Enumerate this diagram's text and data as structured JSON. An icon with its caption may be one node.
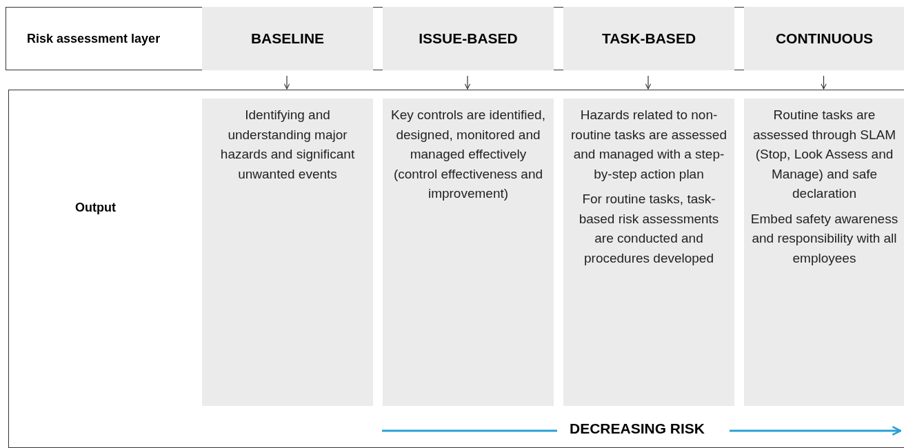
{
  "diagram": {
    "nodes": [
      {
        "text": [
          "Risk assessment layer"
        ]
      },
      {
        "text": [
          "BASELINE"
        ],
        "in": 0
      },
      {
        "text": [
          "ISSUE-BASED"
        ],
        "in": 0
      },
      {
        "text": [
          "TASK-BASED"
        ],
        "in": 0
      },
      {
        "text": [
          "CONTINUOUS"
        ],
        "in": 0
      },
      {
        "text": [
          "Output"
        ]
      },
      {
        "text": [
          "Identifying and understanding major hazards and significant unwanted events"
        ],
        "in": 5
      },
      {
        "text": [
          "Key controls are identified, designed, monitored and managed effectively (control effectiveness and improvement)"
        ],
        "in": 5
      },
      {
        "text": [
          "Hazards related to non-routine tasks are assessed and managed with a step-by-step action plan",
          "For routine tasks, task-based risk assessments are conducted and procedures developed"
        ],
        "in": 5
      },
      {
        "text": [
          "Routine tasks are assessed through SLAM (Stop, Look Assess and Manage) and safe declaration",
          "Embed safety awareness and responsibility with all employees"
        ],
        "in": 5
      }
    ],
    "edges": [
      {
        "from": 1,
        "to": 6,
        "arrow": "to"
      },
      {
        "from": 2,
        "to": 7,
        "arrow": "to"
      },
      {
        "from": 3,
        "to": 8,
        "arrow": "to"
      },
      {
        "from": 4,
        "to": 9,
        "arrow": "to"
      }
    ],
    "labels": [
      "DECREASING RISK"
    ]
  }
}
